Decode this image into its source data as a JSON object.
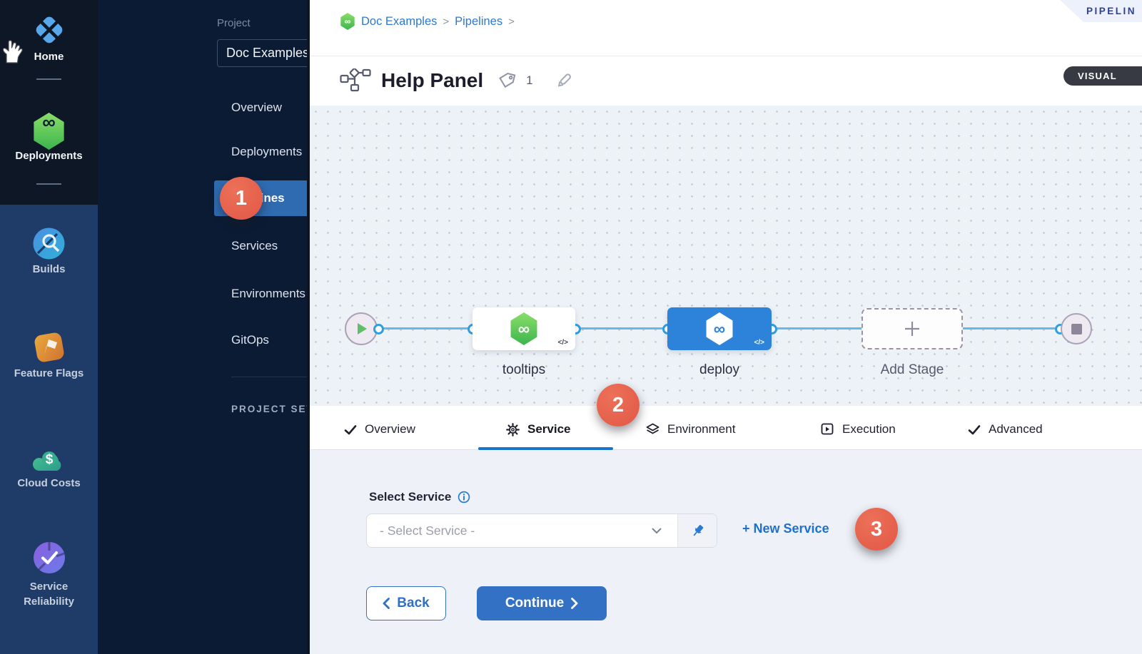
{
  "icons": {
    "infinity": "∞",
    "double_chevron": "»",
    "code": "</>"
  },
  "colors": {
    "accent_blue": "#2d79d2",
    "button_blue": "#3371c5",
    "badge_red": "#e25846",
    "active_nav_blue": "#2f6bb1",
    "deploy_node_blue": "#2d83da",
    "harness_green": "#3cb54e",
    "rail_bottom": "#1f3c69",
    "sidebar_dark": "#0b1b33",
    "connector_blue": "#63b9ea"
  },
  "rail": {
    "modules": [
      {
        "label": "Home"
      },
      {
        "label": "Deployments"
      },
      {
        "label": "Builds"
      },
      {
        "label": "Feature Flags"
      },
      {
        "label": "Cloud Costs"
      },
      {
        "label": "Service Reliability"
      }
    ]
  },
  "project_nav": {
    "section_label": "Project",
    "selector_value": "Doc Examples",
    "items": [
      "Overview",
      "Deployments",
      "Pipelines",
      "Services",
      "Environments",
      "GitOps"
    ],
    "active_item": "Pipelines",
    "setup_label": "PROJECT SETUP"
  },
  "breadcrumb": {
    "items": [
      "Doc Examples",
      "Pipelines"
    ],
    "separator": ">"
  },
  "ribbon": {
    "label": "PIPELIN"
  },
  "header": {
    "title": "Help Panel",
    "tag_count": "1",
    "visual_toggle_label": "VISUAL"
  },
  "canvas": {
    "stages": [
      {
        "name": "tooltips"
      },
      {
        "name": "deploy"
      },
      {
        "name": "Add Stage"
      }
    ]
  },
  "tabs": [
    {
      "label": "Overview"
    },
    {
      "label": "Service",
      "active": true
    },
    {
      "label": "Environment"
    },
    {
      "label": "Execution"
    },
    {
      "label": "Advanced"
    }
  ],
  "form": {
    "select_service_label": "Select Service",
    "dropdown_placeholder": "- Select Service -",
    "new_service_label": "+ New Service",
    "back_label": "Back",
    "continue_label": "Continue"
  },
  "badges": [
    "1",
    "2",
    "3"
  ]
}
